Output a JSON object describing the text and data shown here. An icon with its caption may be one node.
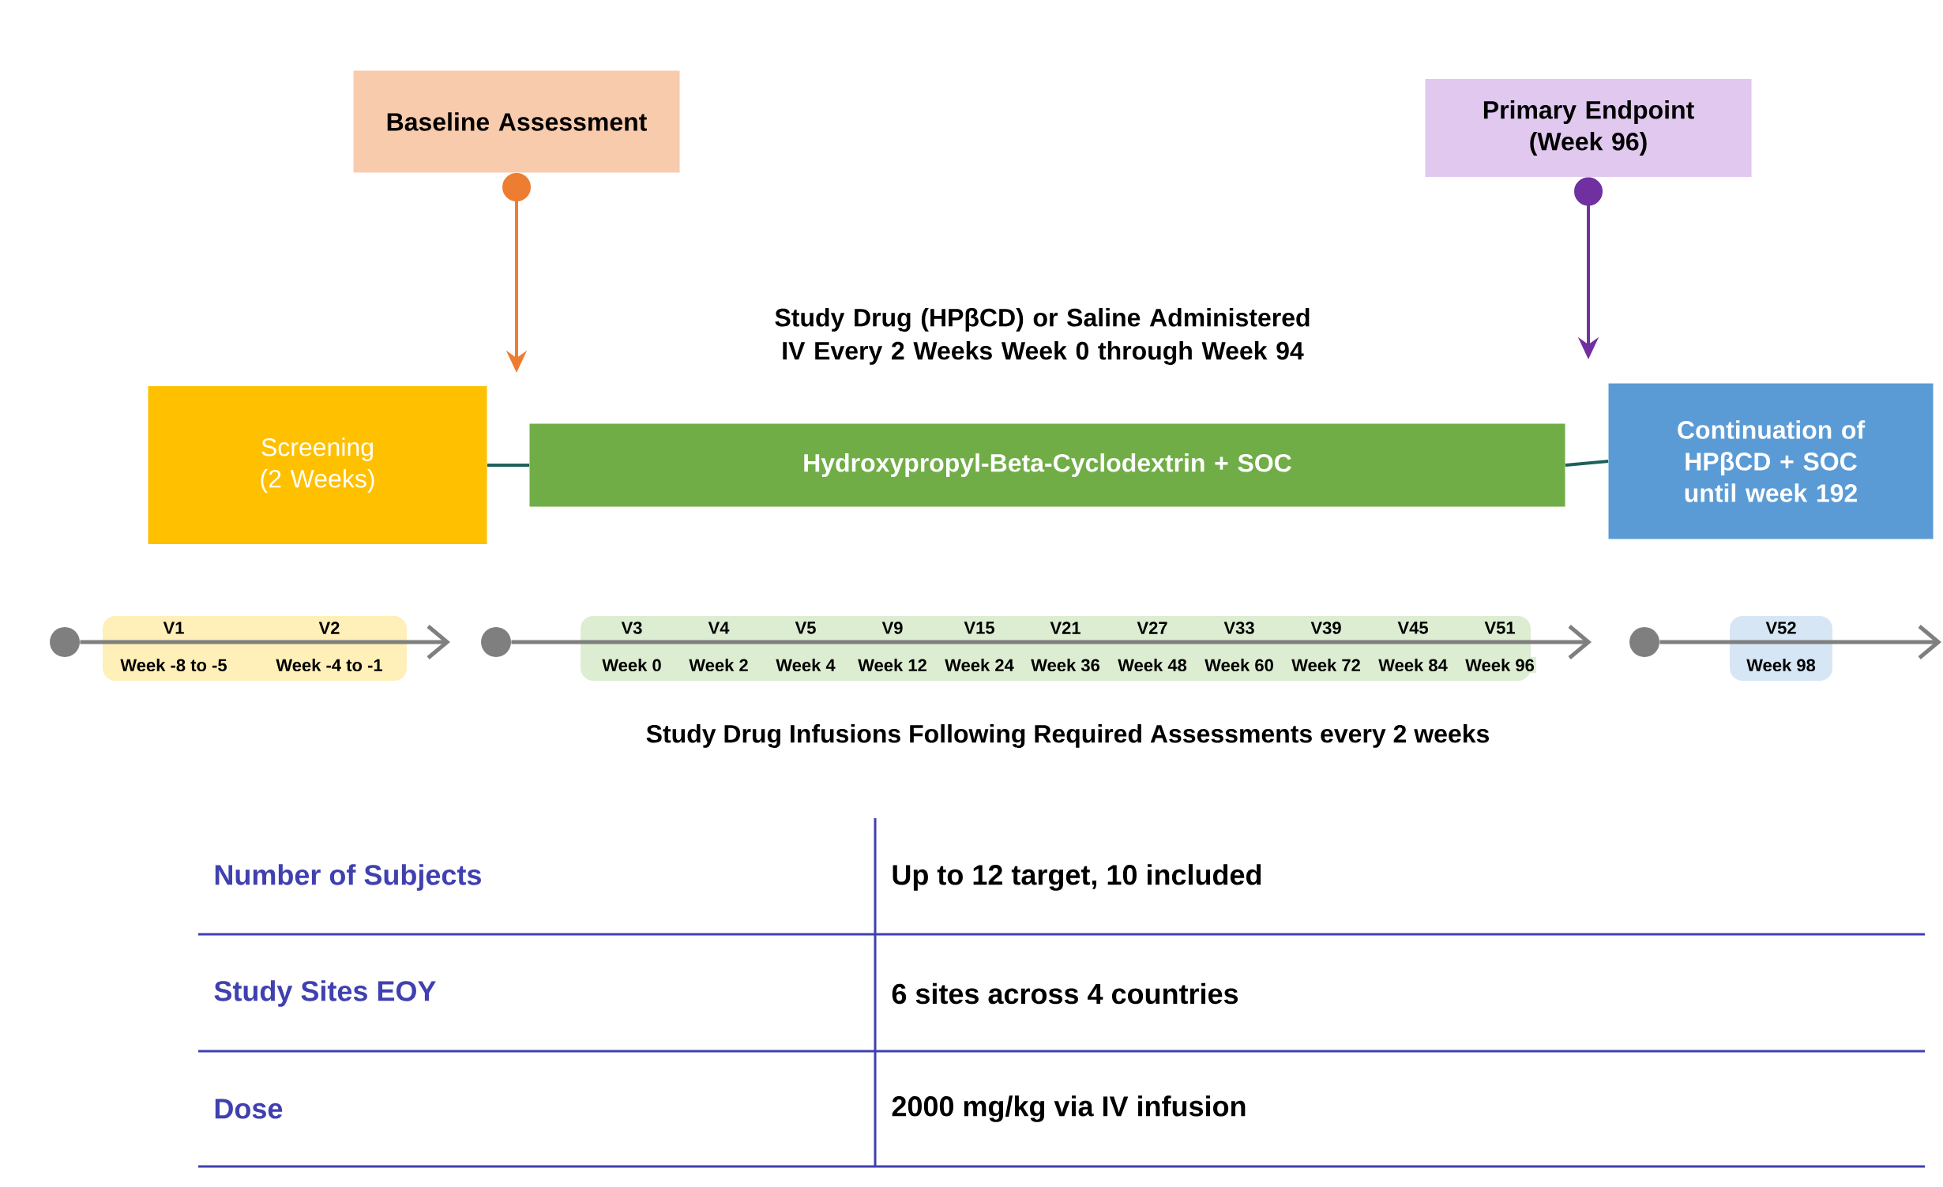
{
  "diagram": {
    "nodes": [
      {
        "text": [
          "Baseline Assessment"
        ]
      },
      {
        "text": [
          "Primary Endpoint (Week 96)"
        ]
      },
      {
        "text": [
          "Screening (2 Weeks)"
        ]
      },
      {
        "text": [
          "Hydroxypropyl-Beta-Cyclodextrin + SOC"
        ]
      },
      {
        "text": [
          "Continuation of HPβCD + SOC until week 192"
        ]
      },
      {
        "text": [],
        "shape": "circle"
      },
      {
        "text": [],
        "shape": "circle"
      },
      {
        "text": [],
        "shape": "circle"
      }
    ],
    "edges": [
      {
        "from": 0,
        "to": null,
        "arrow": "to",
        "color": "#ed7d31"
      },
      {
        "from": 1,
        "to": null,
        "arrow": "to",
        "color": "#7030a0"
      },
      {
        "from": 2,
        "to": 3,
        "arrow": "none",
        "color": "#1f5f5b"
      },
      {
        "from": 3,
        "to": 4,
        "arrow": "none",
        "color": "#1f5f5b"
      },
      {
        "from": 5,
        "to": null,
        "arrow": "to"
      },
      {
        "from": 6,
        "to": null,
        "arrow": "to"
      },
      {
        "from": 7,
        "to": null,
        "arrow": "to"
      }
    ],
    "labels": [
      "Study Drug (HPβCD) or  Saline Administered IV Every 2 Weeks Week 0  through Week 94",
      "V1",
      "Week -8 to -5",
      "V2",
      "Week -4 to -1",
      "V3",
      "Week 0",
      "V4",
      "Week 2",
      "V5",
      "Week 4",
      "V9",
      "Week 12",
      "V15",
      "Week 24",
      "V21",
      "Week 36",
      "V27",
      "Week 48",
      "V33",
      "Week 60",
      "V39",
      "Week 72",
      "V45",
      "Week 84",
      "V51",
      "Week 96",
      "V52",
      "Week 98",
      "Study Drug Infusions Following Required Assessments every 2 weeks",
      "Number of Subjects",
      "Up to 12 target, 10 included",
      "Study Sites EOY",
      "6 sites across 4 countries",
      "Dose",
      "2000 mg/kg via IV infusion"
    ]
  }
}
